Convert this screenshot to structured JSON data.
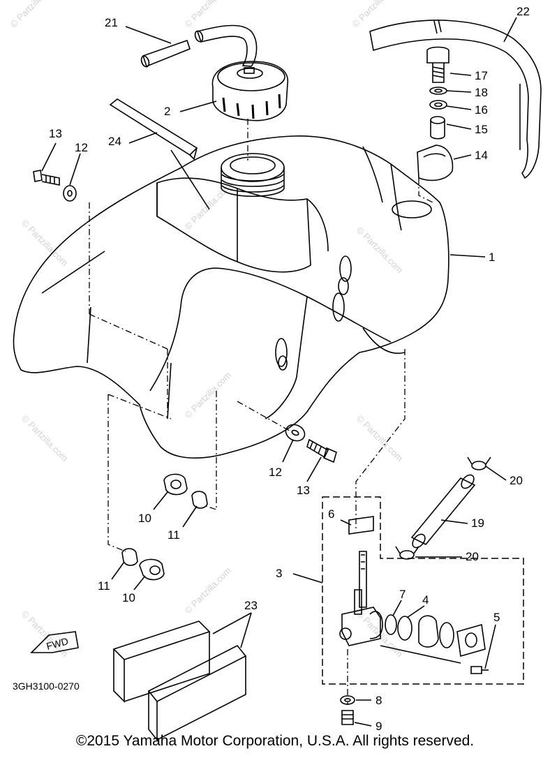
{
  "diagram": {
    "code": "3GH3100-0270",
    "fwd_label": "FWD",
    "watermark": "© Partzilla.com",
    "callouts": {
      "c1": "1",
      "c2": "2",
      "c3": "3",
      "c4": "4",
      "c5": "5",
      "c6": "6",
      "c7": "7",
      "c8": "8",
      "c9": "9",
      "c10a": "10",
      "c10b": "10",
      "c11a": "11",
      "c11b": "11",
      "c12a": "12",
      "c12b": "12",
      "c13a": "13",
      "c13b": "13",
      "c14": "14",
      "c15": "15",
      "c16": "16",
      "c17": "17",
      "c18": "18",
      "c19": "19",
      "c20a": "20",
      "c20b": "20",
      "c21": "21",
      "c22": "22",
      "c23": "23",
      "c24": "24"
    }
  },
  "footer": {
    "copyright": "©2015  Yamaha Motor Corporation, U.S.A. All rights reserved."
  }
}
